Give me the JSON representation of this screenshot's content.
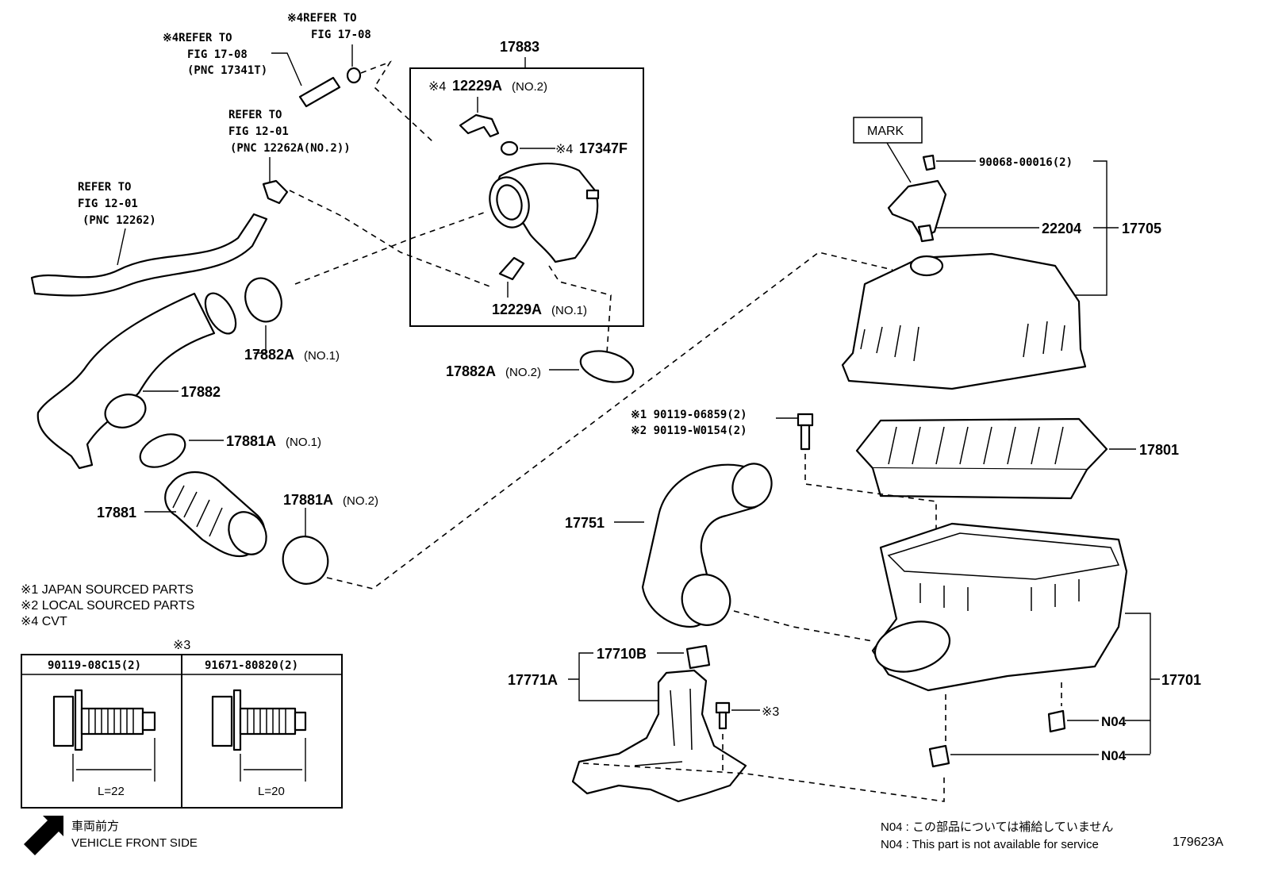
{
  "refs": {
    "r1_prefix": "※4REFER TO",
    "r1_line2": "FIG 17-08",
    "r1_line3": "(PNC 17341T)",
    "r2_prefix": "※4REFER TO",
    "r2_line2": "FIG 17-08",
    "r3_line1": "REFER TO",
    "r3_line2": "FIG 12-01",
    "r3_line3": "(PNC 12262A(NO.2))",
    "r4_line1": "REFER TO",
    "r4_line2": "FIG 12-01",
    "r4_line3": "(PNC 12262)"
  },
  "parts": {
    "p17883": "17883",
    "p12229a_no2_mark": "※4",
    "p12229a_no2": "12229A",
    "p12229a_no2_sub": "(NO.2)",
    "p17347f_mark": "※4",
    "p17347f": "17347F",
    "p12229a_no1": "12229A",
    "p12229a_no1_sub": "(NO.1)",
    "p17882a_no1": "17882A",
    "p17882a_no1_sub": "(NO.1)",
    "p17882a_no2": "17882A",
    "p17882a_no2_sub": "(NO.2)",
    "p17882": "17882",
    "p17881a_no1": "17881A",
    "p17881a_no1_sub": "(NO.1)",
    "p17881": "17881",
    "p17881a_no2": "17881A",
    "p17881a_no2_sub": "(NO.2)",
    "mark": "MARK",
    "p90068": "90068-00016(2)",
    "p22204": "22204",
    "p17705": "17705",
    "p90119a": "※1 90119-06859(2)",
    "p90119b": "※2 90119-W0154(2)",
    "p17801": "17801",
    "p17751": "17751",
    "p17710b": "17710B",
    "p17771a": "17771A",
    "p_star3": "※3",
    "p17701": "17701",
    "n04a": "N04",
    "n04b": "N04"
  },
  "notes": {
    "n1": "※1  JAPAN SOURCED PARTS",
    "n2": "※2  LOCAL SOURCED PARTS",
    "n4": "※4  CVT"
  },
  "table": {
    "mark": "※3",
    "col1": "90119-08C15(2)",
    "col2": "91671-80820(2)",
    "len1": "L=22",
    "len2": "L=20"
  },
  "footer": {
    "front_jp": "車両前方",
    "front_en": "VEHICLE FRONT SIDE",
    "n04_jp": "N04 : この部品については補給していません",
    "n04_en": "N04 : This part is not available for service",
    "fig_id": "179623A"
  }
}
